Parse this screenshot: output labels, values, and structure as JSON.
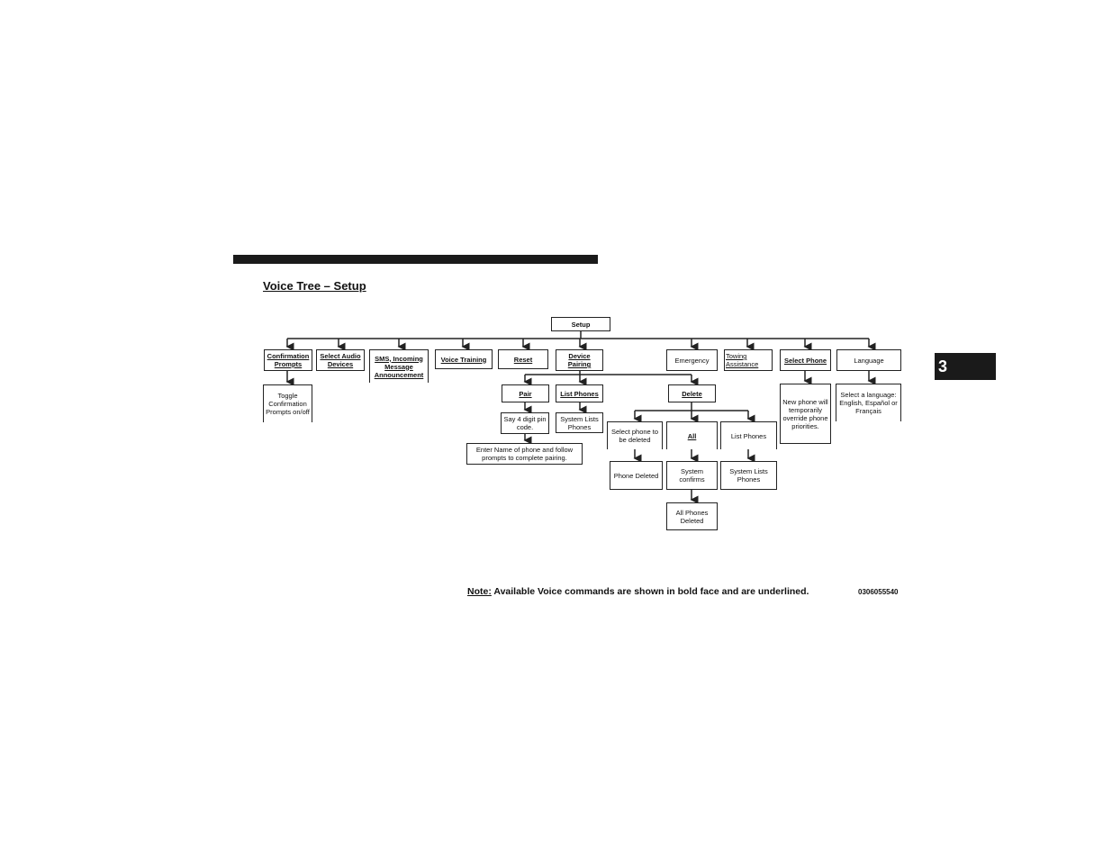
{
  "page_tab": "3",
  "title": "Voice Tree – Setup",
  "diagram": {
    "root": "Setup",
    "level1": [
      "Confirmation Prompts",
      "Select Audio Devices",
      "SMS, Incoming Message Announcement",
      "Voice Training",
      "Reset",
      "Device Pairing",
      "Emergency",
      "Towing Assistance",
      "Select Phone",
      "Language"
    ],
    "confirmation_sub": "Toggle Confirmation Prompts on/off",
    "pairing_sub": [
      "Pair",
      "List Phones",
      "Delete"
    ],
    "pair_steps": [
      "Say 4 digit pin code.",
      "Enter Name of phone and follow prompts to complete pairing."
    ],
    "list_phones_sub": "System Lists Phones",
    "delete_sub": [
      "Select phone to be deleted",
      "All",
      "List Phones"
    ],
    "delete_results": [
      "Phone Deleted",
      "System confirms",
      "System Lists Phones"
    ],
    "all_final": "All Phones Deleted",
    "select_phone_sub": "New phone will temporarily override phone priorities.",
    "language_sub": "Select a language: English, Español or Français"
  },
  "note": {
    "label": "Note:",
    "text": " Available Voice commands are shown in bold face and are underlined."
  },
  "figure_code": "0306055540"
}
